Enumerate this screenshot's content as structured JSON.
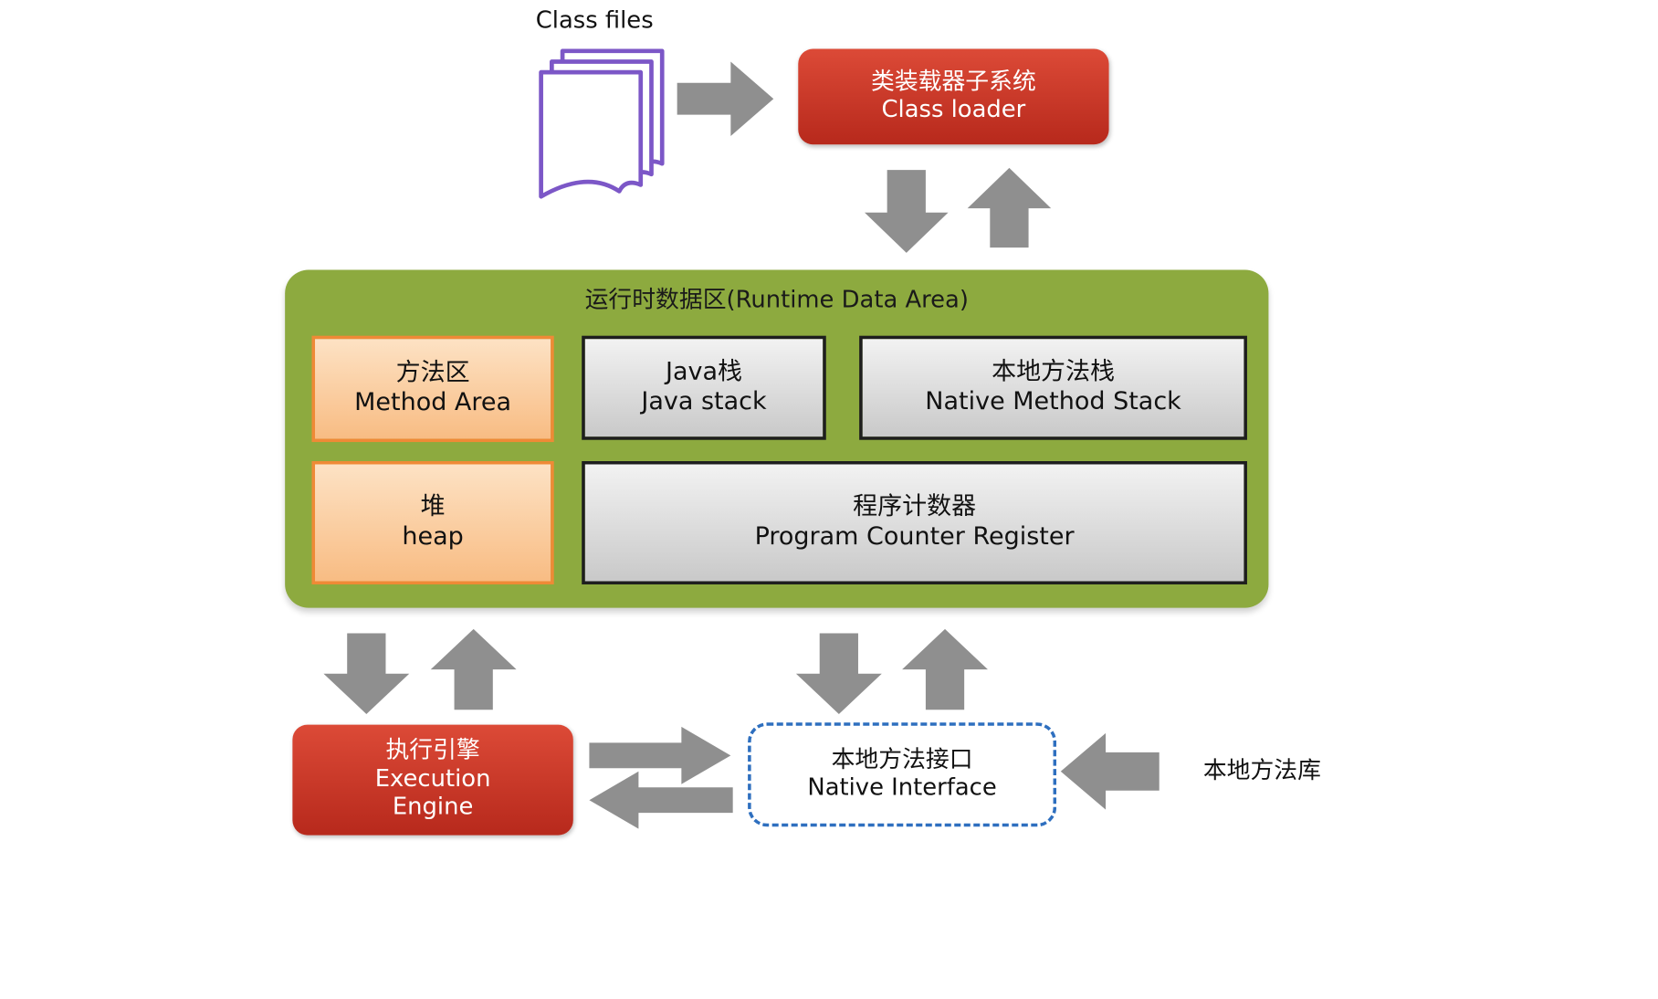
{
  "class_files": {
    "label": "Class files"
  },
  "class_loader": {
    "line1": "类装载器子系统",
    "line2": "Class loader"
  },
  "runtime_data_area": {
    "title": "运行时数据区(Runtime Data Area)",
    "method_area": {
      "line1": "方法区",
      "line2": "Method Area"
    },
    "java_stack": {
      "line1": "Java栈",
      "line2": "Java stack"
    },
    "native_method_stack": {
      "line1": "本地方法栈",
      "line2": "Native Method Stack"
    },
    "heap": {
      "line1": "堆",
      "line2": "heap"
    },
    "program_counter": {
      "line1": "程序计数器",
      "line2": "Program Counter Register"
    }
  },
  "execution_engine": {
    "line1": "执行引擎",
    "line2": "Execution",
    "line3": "Engine"
  },
  "native_interface": {
    "line1": "本地方法接口",
    "line2": "Native Interface"
  },
  "native_library": {
    "label": "本地方法库"
  },
  "colors": {
    "red_box": "#c83525",
    "green_area": "#8daa3f",
    "orange_fill": "#fbcf9f",
    "orange_border": "#ef8a36",
    "gray_fill": "#dcdcdc",
    "arrow_gray": "#8f8f8f",
    "dashed_border": "#2e6fbf",
    "document_stroke": "#7c57c7"
  }
}
